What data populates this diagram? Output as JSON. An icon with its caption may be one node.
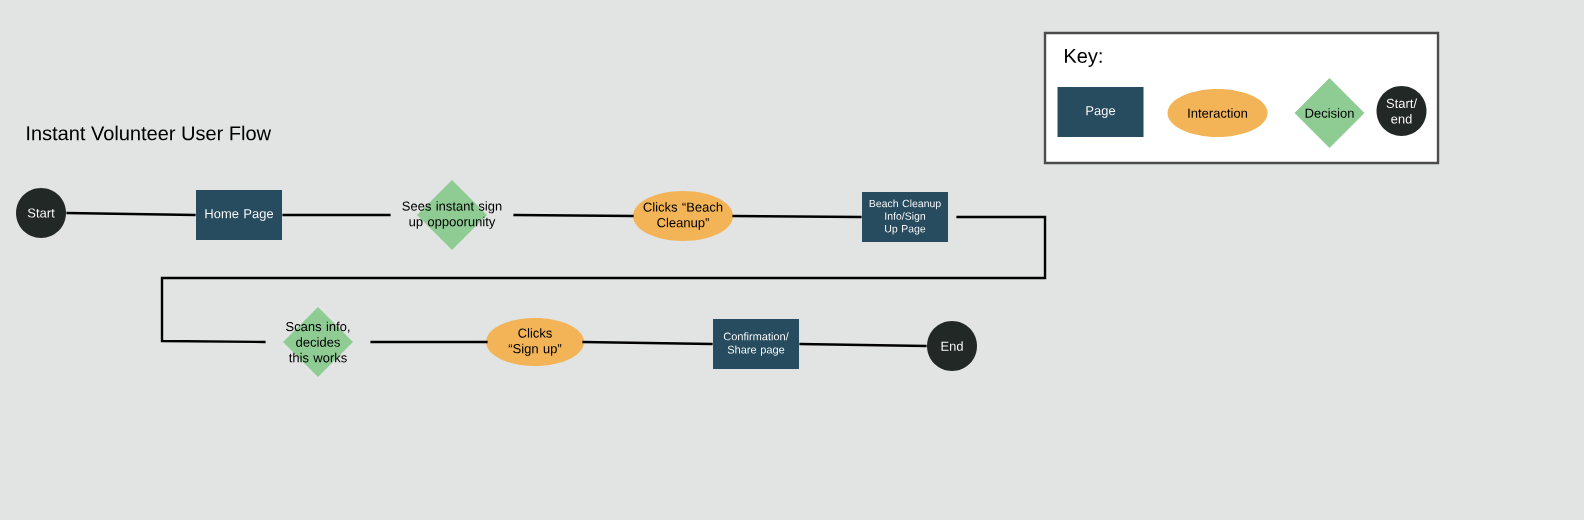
{
  "diagram": {
    "title": "Instant Volunteer User Flow",
    "nodes": [
      {
        "text": [
          "Start"
        ]
      },
      {
        "text": [
          "Home Page"
        ]
      },
      {
        "text": [
          "Sees instant sign up oppoorunity"
        ]
      },
      {
        "text": [
          "Clicks “Beach Cleanup”"
        ]
      },
      {
        "text": [
          "Beach Cleanup Info/Sign Up Page"
        ]
      },
      {
        "text": [
          "Scans info, decides this works"
        ]
      },
      {
        "text": [
          "Clicks “Sign up”"
        ]
      },
      {
        "text": [
          "Confirmation/ Share page"
        ]
      },
      {
        "text": [
          "End"
        ]
      },
      {
        "text": [
          "Key:"
        ]
      },
      {
        "text": [
          "Page"
        ],
        "in": 9
      },
      {
        "text": [
          "Interaction"
        ],
        "in": 9
      },
      {
        "text": [
          "Decision"
        ],
        "in": 9
      },
      {
        "text": [
          "Start/ end"
        ],
        "in": 9
      }
    ],
    "edges": [
      {
        "from": 0,
        "to": 1,
        "arrow": "none"
      },
      {
        "from": 1,
        "to": 2,
        "arrow": "none"
      },
      {
        "from": 2,
        "to": 3,
        "arrow": "none"
      },
      {
        "from": 3,
        "to": 4,
        "arrow": "none"
      },
      {
        "from": 4,
        "to": 5,
        "arrow": "none"
      },
      {
        "from": 5,
        "to": 6,
        "arrow": "none"
      },
      {
        "from": 6,
        "to": 7,
        "arrow": "none"
      },
      {
        "from": 7,
        "to": 8,
        "arrow": "none"
      }
    ]
  }
}
